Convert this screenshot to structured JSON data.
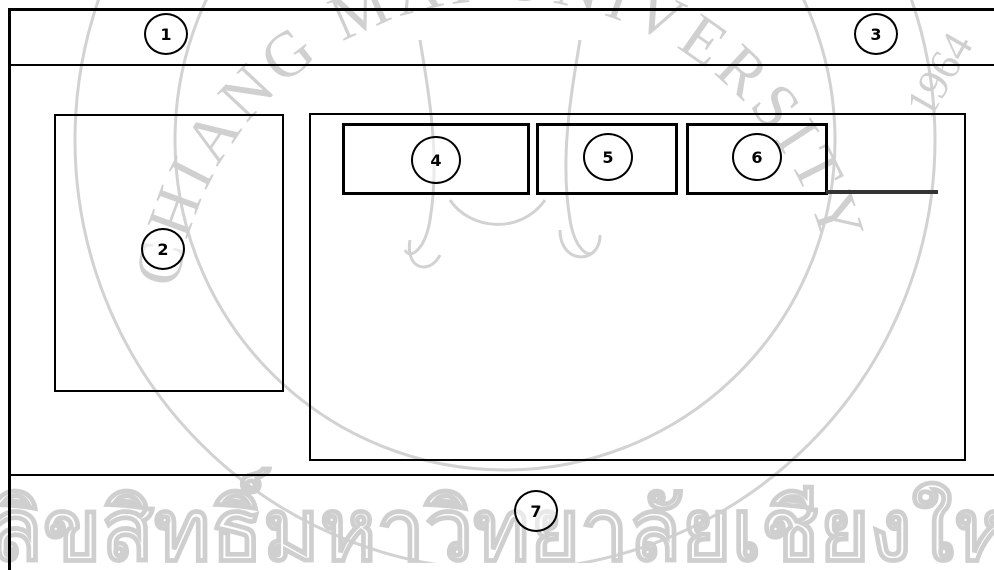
{
  "diagram": {
    "regions": [
      {
        "id": "header",
        "marker": "1"
      },
      {
        "id": "sidebar-panel",
        "marker": "2"
      },
      {
        "id": "header-right",
        "marker": "3"
      },
      {
        "id": "tab-1",
        "marker": "4"
      },
      {
        "id": "tab-2",
        "marker": "5"
      },
      {
        "id": "tab-3",
        "marker": "6"
      },
      {
        "id": "footer",
        "marker": "7"
      }
    ]
  },
  "watermark": {
    "top_text": "CHIANG MAI UNIVERSITY",
    "year": "1964",
    "bottom_text": "ลิขสิทธิ์มหาวิทยาลัยเชียงใหม่",
    "color": "#cfcfcf"
  }
}
